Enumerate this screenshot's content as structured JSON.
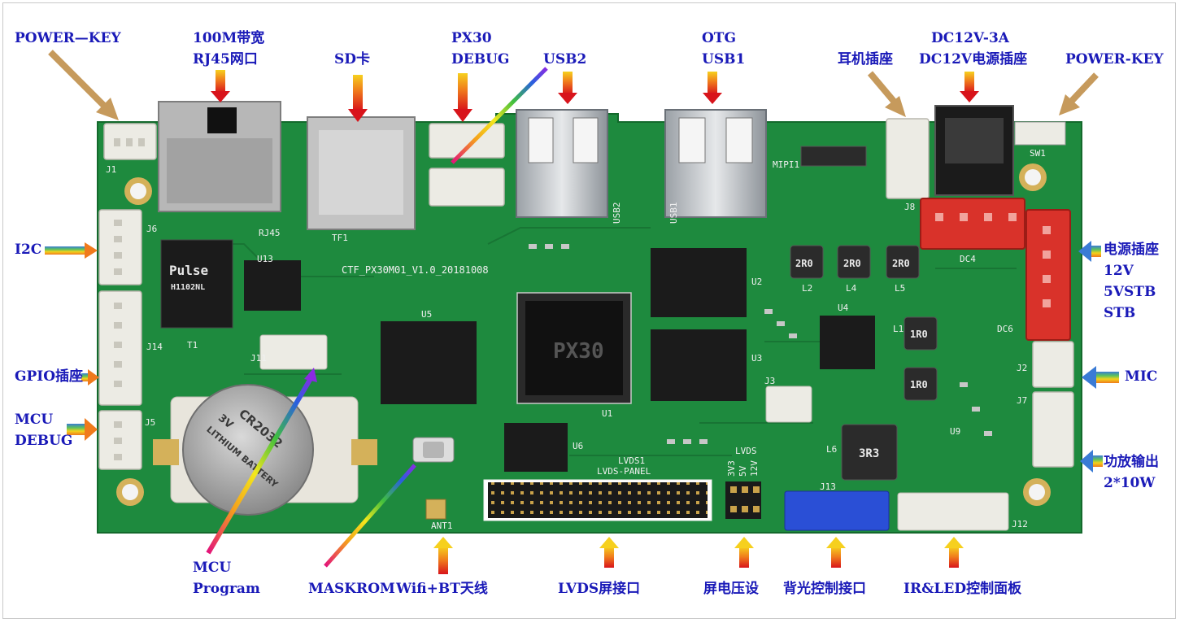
{
  "title": "",
  "colors": {
    "label": "#1a1ab8",
    "pcb": "#1e8a3e",
    "pcb_dark": "#14692c",
    "silk": "#f0f0f0",
    "copper": "#c9a24a",
    "connector_white": "#ecebe4",
    "connector_red": "#d9322a",
    "connector_blue": "#2a4fd6",
    "chip": "#1b1b1b",
    "arrow_tan": "#c69a5c",
    "arrow_red": "#e0261b",
    "arrow_orange": "#f7b21a"
  },
  "board": {
    "model_text": "CTF_PX30M01_V1.0_20181008",
    "silk": {
      "j1": "J1",
      "j6": "J6",
      "j14": "J14",
      "j5": "J5",
      "j8": "J8",
      "j2": "J2",
      "j7": "J7",
      "j13": "J13",
      "j11": "J11",
      "j3": "J3",
      "j12": "J12",
      "rj45": "RJ45",
      "tf1": "TF1",
      "usb2": "USB2",
      "usb1": "USB1",
      "mipi1": "MIPI1",
      "sw1": "SW1",
      "dc4": "DC4",
      "dc6": "DC6",
      "u2": "U2",
      "u3": "U3",
      "u4": "U4",
      "u5": "U5",
      "u6": "U6",
      "u9": "U9",
      "u13": "U13",
      "u1": "U1",
      "t1": "T1",
      "lvds1": "LVDS1",
      "lvds_panel": "LVDS-PANEL",
      "lvds": "LVDS",
      "v33": "3V3",
      "v5": "5V",
      "v12": "12V",
      "l2": "L2",
      "l4": "L4",
      "l5": "L5",
      "l6": "L6",
      "l1": "L1",
      "ant1": "ANT1",
      "ind_2r0": "2R0",
      "ind_1r0": "1R0",
      "ind_3r3": "3R3",
      "pulse_brand": "Pulse",
      "pulse_part": "H1102NL",
      "battery_line1": "CR2032",
      "battery_line2": "3V",
      "battery_line3": "LITHIUM BATTERY",
      "cpu_mark": "PX30"
    }
  },
  "labels": {
    "power_key_left": "POWER—KEY",
    "rj45_line1": "100M带宽",
    "rj45_line2": "RJ45网口",
    "sd": "SD卡",
    "px30_line1": "PX30",
    "px30_line2": "DEBUG",
    "usb2": "USB2",
    "otg_line1": "OTG",
    "otg_line2": "USB1",
    "earphone": "耳机插座",
    "dc_line1": "DC12V-3A",
    "dc_line2": "DC12V电源插座",
    "power_key_right": "POWER-KEY",
    "i2c": "I2C",
    "gpio": "GPIO插座",
    "mcu_debug_line1": "MCU",
    "mcu_debug_line2": "DEBUG",
    "power_socket_line1": "电源插座",
    "power_socket_line2": "12V",
    "power_socket_line3": "5VSTB",
    "power_socket_line4": "STB",
    "mic": "MIC",
    "amp_line1": "功放输出",
    "amp_line2": "2*10W",
    "mcu_prog_line1": "MCU",
    "mcu_prog_line2": "Program",
    "maskrom": "MASKROM",
    "wifi": "Wifi+BT天线",
    "lvds": "LVDS屏接口",
    "screen_voltage": "屏电压设",
    "backlight": "背光控制接口",
    "ir_led": "IR&LED控制面板"
  }
}
